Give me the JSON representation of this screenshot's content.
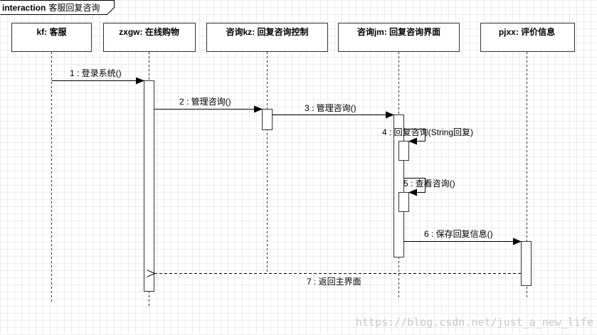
{
  "frame": {
    "keyword": "interaction",
    "name": "客服回复咨询"
  },
  "lifelines": [
    {
      "id": "kf",
      "label": "kf: 客服"
    },
    {
      "id": "zxgw",
      "label": "zxgw: 在线购物"
    },
    {
      "id": "zxkz",
      "label": "咨询kz: 回复咨询控制"
    },
    {
      "id": "zxjm",
      "label": "咨询jm: 回复咨询界面"
    },
    {
      "id": "pjxx",
      "label": "pjxx: 评价信息"
    }
  ],
  "messages": [
    {
      "label": "1 : 登录系统()",
      "from": "kf",
      "to": "zxgw",
      "type": "sync"
    },
    {
      "label": "2 : 管理咨询()",
      "from": "zxgw",
      "to": "zxkz",
      "type": "sync"
    },
    {
      "label": "3 : 管理咨询()",
      "from": "zxkz",
      "to": "zxjm",
      "type": "sync"
    },
    {
      "label": "4 : 回复咨询(String回复)",
      "from": "zxjm",
      "to": "zxjm",
      "type": "self"
    },
    {
      "label": "5 : 查看咨询()",
      "from": "zxjm",
      "to": "zxjm",
      "type": "self"
    },
    {
      "label": "6 : 保存回复信息()",
      "from": "zxjm",
      "to": "pjxx",
      "type": "sync"
    },
    {
      "label": "7 : 返回主界面",
      "from": "pjxx",
      "to": "zxgw",
      "type": "return"
    }
  ],
  "watermark": "https://blog.csdn.net/just_a_new_life"
}
